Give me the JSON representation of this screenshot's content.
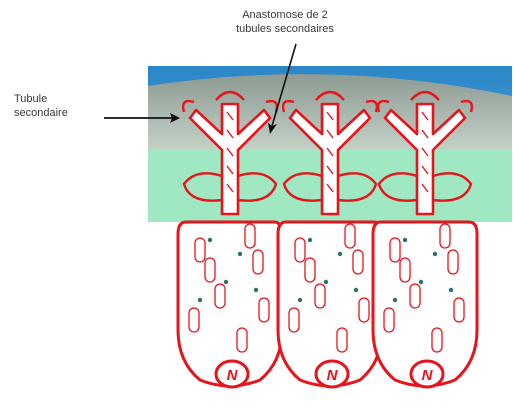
{
  "labels": {
    "anastomose_line1": "Anastomose de 2",
    "anastomose_line2": "tubules secondaires",
    "tubule_line1": "Tubule",
    "tubule_line2": "secondaire"
  },
  "nucleus_letter": "N",
  "colors": {
    "membrane": "#e8141c",
    "fill_white": "#ffffff",
    "layer_top_blue": "#2a86c8",
    "layer_grey": "#9aa8a0",
    "layer_green": "#9fe8c2",
    "organelle_teal": "#2f6f6a",
    "label_text": "#3a3a3a"
  }
}
